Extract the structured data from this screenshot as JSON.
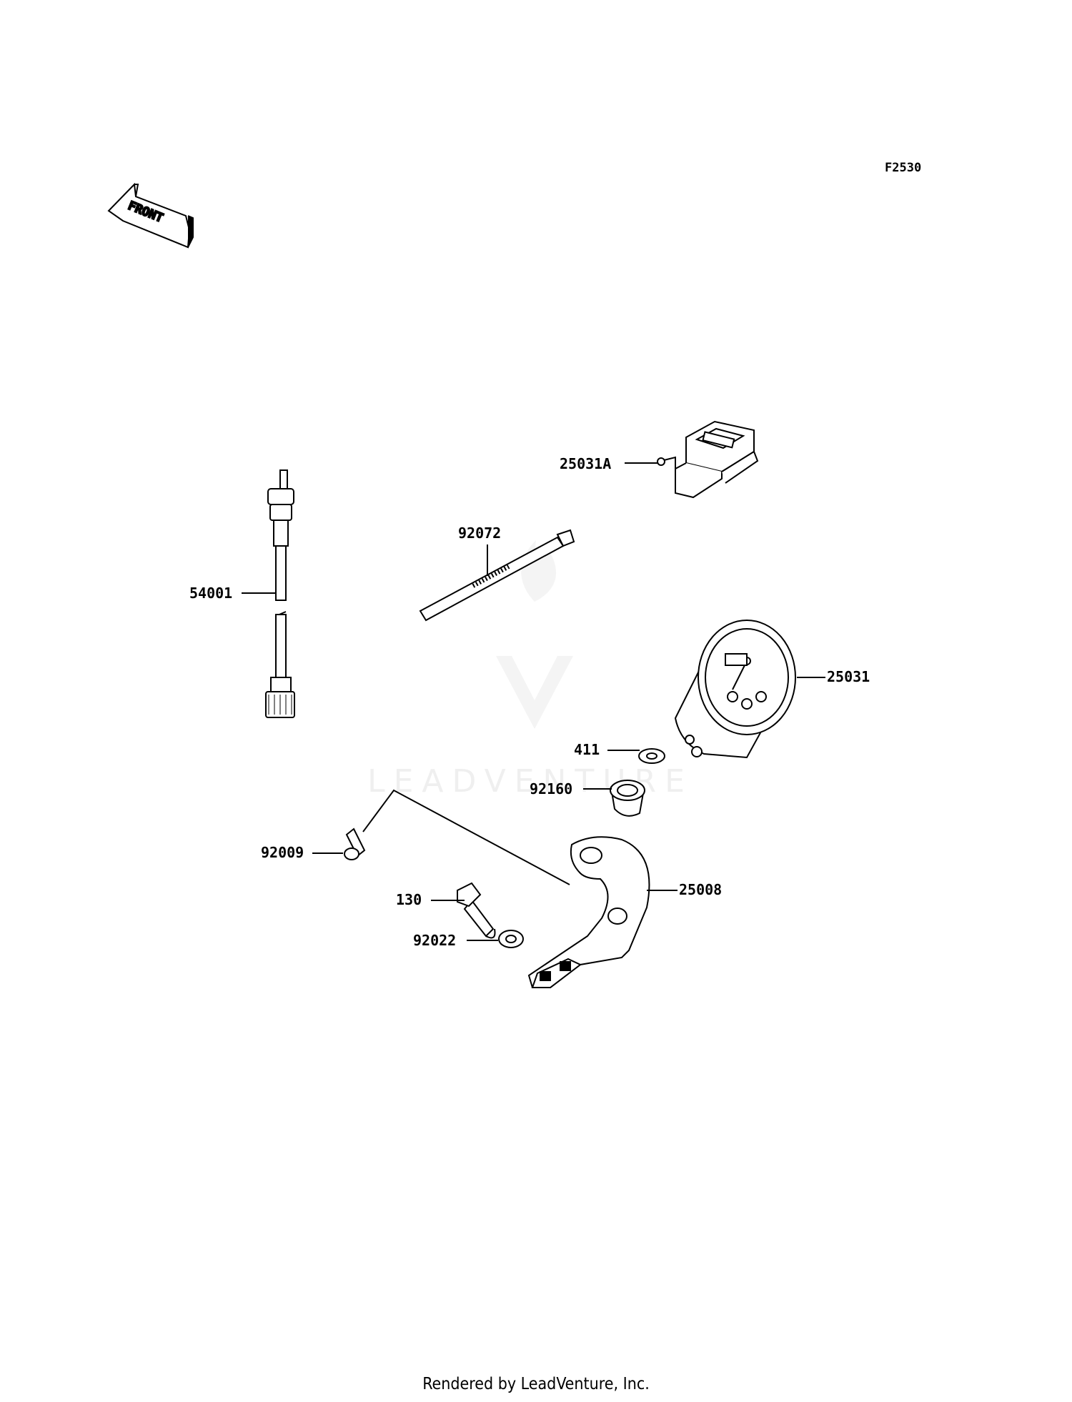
{
  "diagram_code": "F2530",
  "front_arrow_text": "FRONT",
  "watermark_text": "LEADVENTURE",
  "footer_text": "Rendered by LeadVenture, Inc.",
  "parts": [
    {
      "id": "25031A"
    },
    {
      "id": "92072"
    },
    {
      "id": "54001"
    },
    {
      "id": "25031"
    },
    {
      "id": "411"
    },
    {
      "id": "92160"
    },
    {
      "id": "92009"
    },
    {
      "id": "25008"
    },
    {
      "id": "130"
    },
    {
      "id": "92022"
    }
  ]
}
